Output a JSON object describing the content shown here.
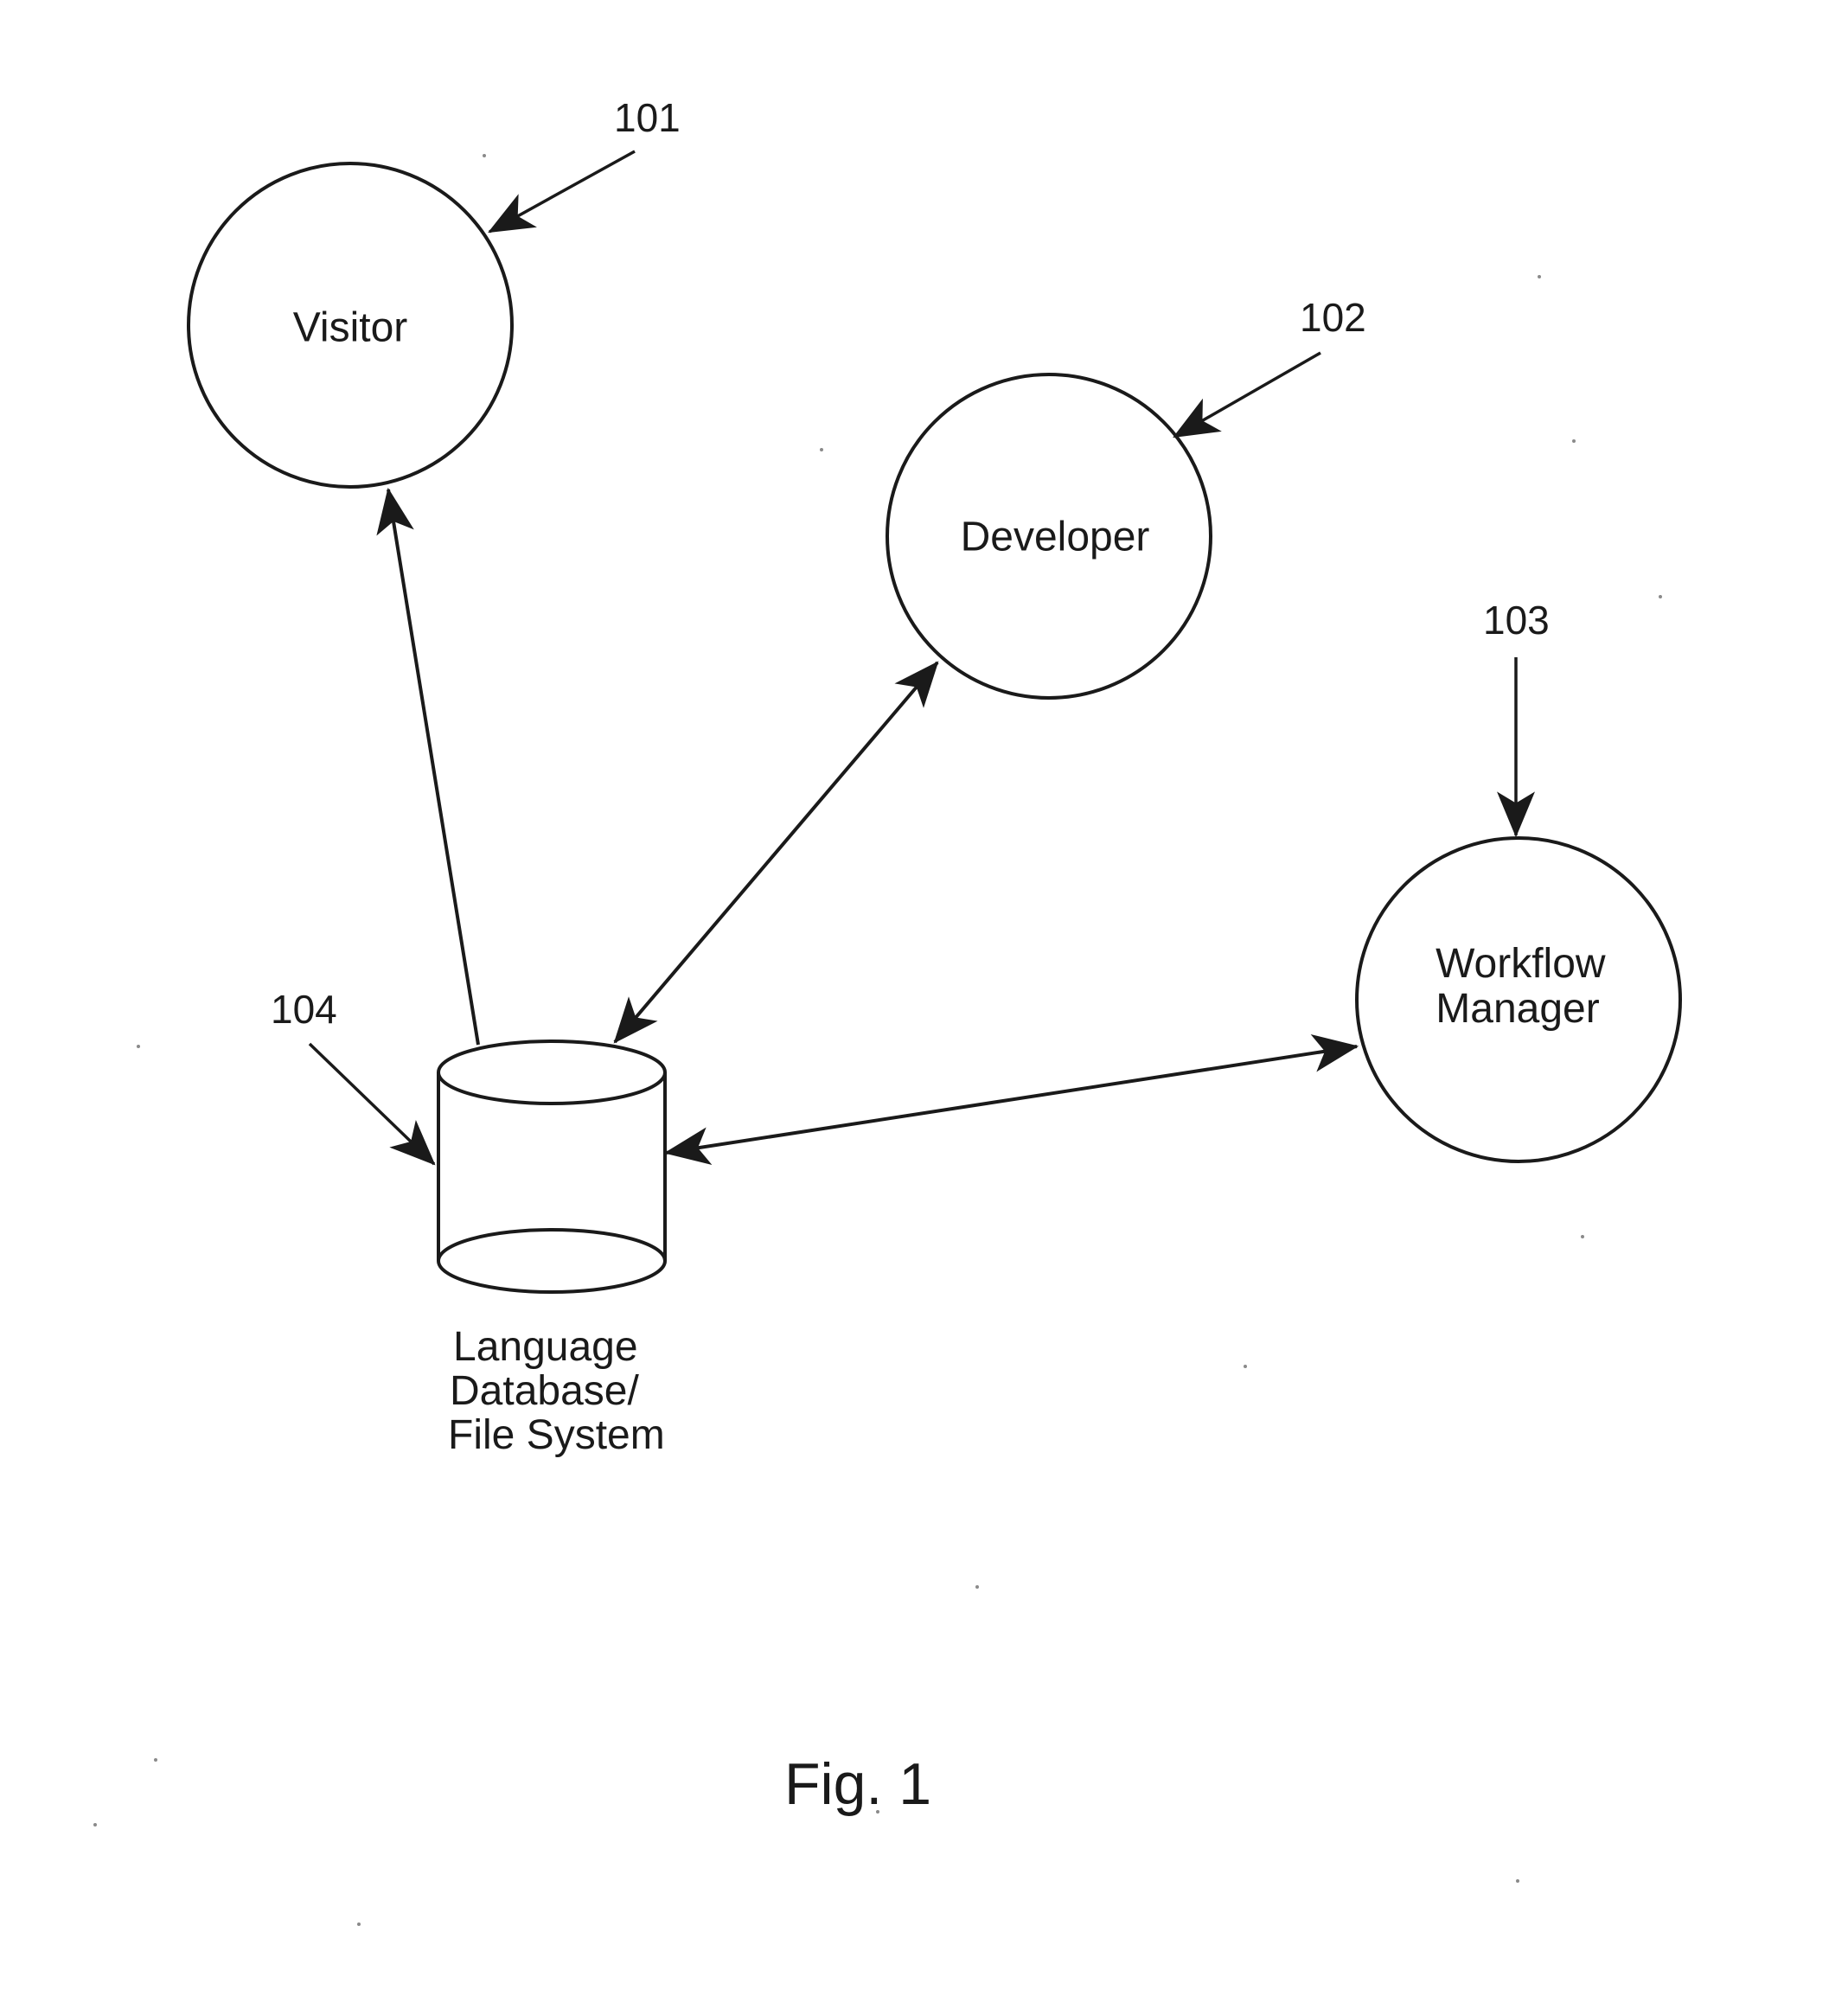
{
  "nodes": {
    "visitor": {
      "label": "Visitor"
    },
    "developer": {
      "label": "Developer"
    },
    "workflow_manager": {
      "label_lines": [
        "Workflow",
        "Manager"
      ]
    },
    "language_database": {
      "label_lines": [
        "Language",
        "Database/",
        "File System"
      ]
    }
  },
  "reference_numerals": {
    "visitor": "101",
    "developer": "102",
    "workflow_manager": "103",
    "language_database": "104"
  },
  "edges": [
    {
      "from": "language_database",
      "to": "visitor",
      "direction": "one-way"
    },
    {
      "from": "language_database",
      "to": "developer",
      "direction": "two-way"
    },
    {
      "from": "language_database",
      "to": "workflow_manager",
      "direction": "two-way"
    }
  ],
  "caption": "Fig. 1",
  "colors": {
    "ink": "#1a1a1a",
    "background": "#ffffff"
  }
}
